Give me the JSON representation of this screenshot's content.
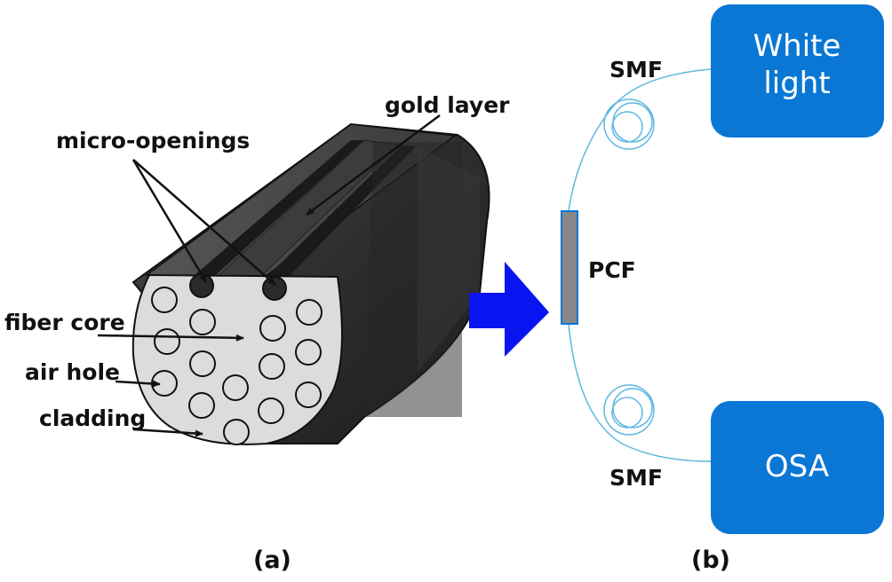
{
  "panel_a": {
    "labels": {
      "gold_layer": "gold layer",
      "micro_openings": "micro-openings",
      "fiber_core": "fiber core",
      "air_hole": "air hole",
      "cladding": "cladding"
    },
    "caption": "(a)"
  },
  "panel_b": {
    "white_light_line1": "White",
    "white_light_line2": "light",
    "osa": "OSA",
    "smf_top": "SMF",
    "smf_bottom": "SMF",
    "pcf": "PCF",
    "caption": "(b)"
  },
  "colors": {
    "fiber_body": "#2f2f2f",
    "cross_section": "#dcdcdc",
    "arrow_blue": "#0a14f0",
    "device_box": "#0a77d4",
    "fiber_line": "#5fb8e0",
    "pcf_fill": "#888888"
  }
}
